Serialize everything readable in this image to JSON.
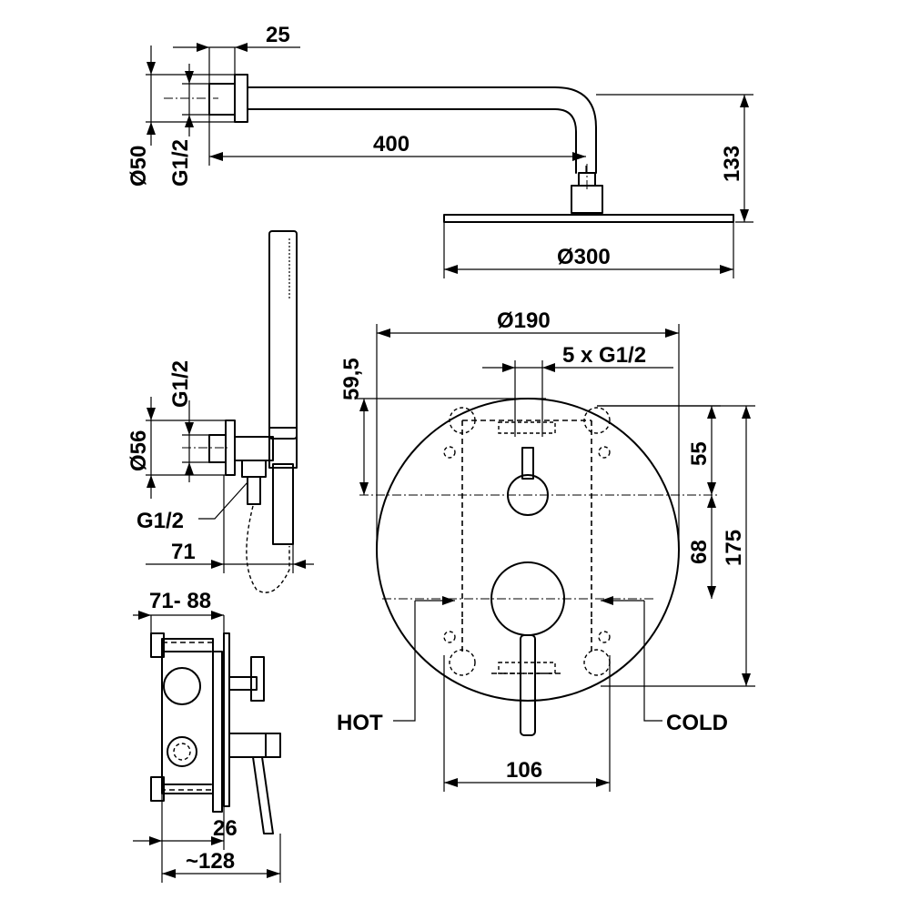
{
  "dimensions": {
    "arm_offset": "25",
    "arm_length": "400",
    "arm_flange_diameter": "Ø50",
    "arm_thread": "G1/2",
    "head_drop": "133",
    "head_diameter": "Ø300",
    "hand_thread_top": "G1/2",
    "hand_flange_diameter": "Ø56",
    "hand_thread_bottom": "G1/2",
    "hand_projection": "71",
    "plate_diameter": "Ø190",
    "port_offset": "59,5",
    "ports": "5 x G1/2",
    "upper_spacing": "55",
    "lower_spacing": "68",
    "total_height": "175",
    "inlet_spacing": "106",
    "box_depth_range": "71- 88",
    "plate_depth": "26",
    "total_depth": "~128"
  },
  "labels": {
    "hot": "HOT",
    "cold": "COLD"
  }
}
